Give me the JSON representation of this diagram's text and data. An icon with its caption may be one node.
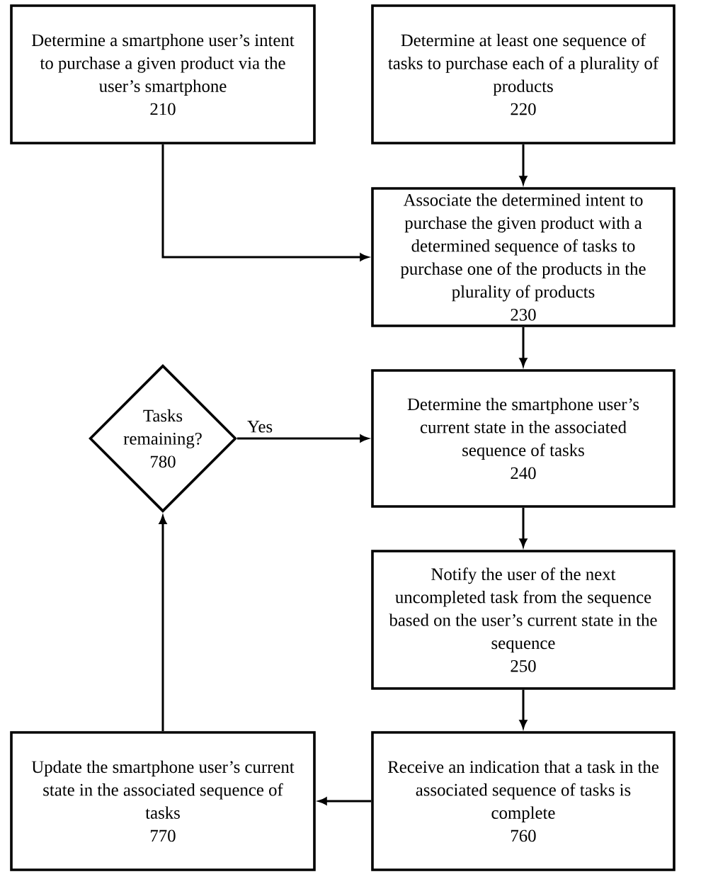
{
  "diagram": {
    "nodes": [
      {
        "text": [
          "Determine a smartphone user’s intent to purchase a given product via the user’s smartphone",
          "210"
        ]
      },
      {
        "text": [
          "Determine at least one sequence of tasks to purchase each of a plurality of products",
          "220"
        ]
      },
      {
        "text": [
          "Associate the determined intent to purchase the given product with a determined sequence of tasks to purchase one of the products in the plurality of products",
          "230"
        ]
      },
      {
        "text": [
          "Tasks remaining?",
          "780"
        ]
      },
      {
        "text": [
          "Determine the smartphone user’s current state in the associated sequence of tasks",
          "240"
        ]
      },
      {
        "text": [
          "Notify the user of the next uncompleted task from the sequence based on the user’s current state in the sequence",
          "250"
        ]
      },
      {
        "text": [
          "Update the smartphone user’s current state in the associated sequence of tasks",
          "770"
        ]
      },
      {
        "text": [
          "Receive an indication that a task in the associated sequence of tasks is complete",
          "760"
        ]
      }
    ],
    "edges": [
      {
        "from": 0,
        "to": 2,
        "arrow": "to"
      },
      {
        "from": 1,
        "to": 2,
        "arrow": "to"
      },
      {
        "from": 2,
        "to": 4,
        "arrow": "to"
      },
      {
        "from": 3,
        "to": 4,
        "arrow": "to",
        "label": "Yes"
      },
      {
        "from": 4,
        "to": 5,
        "arrow": "to"
      },
      {
        "from": 5,
        "to": 7,
        "arrow": "to"
      },
      {
        "from": 7,
        "to": 6,
        "arrow": "to"
      },
      {
        "from": 6,
        "to": 3,
        "arrow": "to"
      }
    ]
  }
}
